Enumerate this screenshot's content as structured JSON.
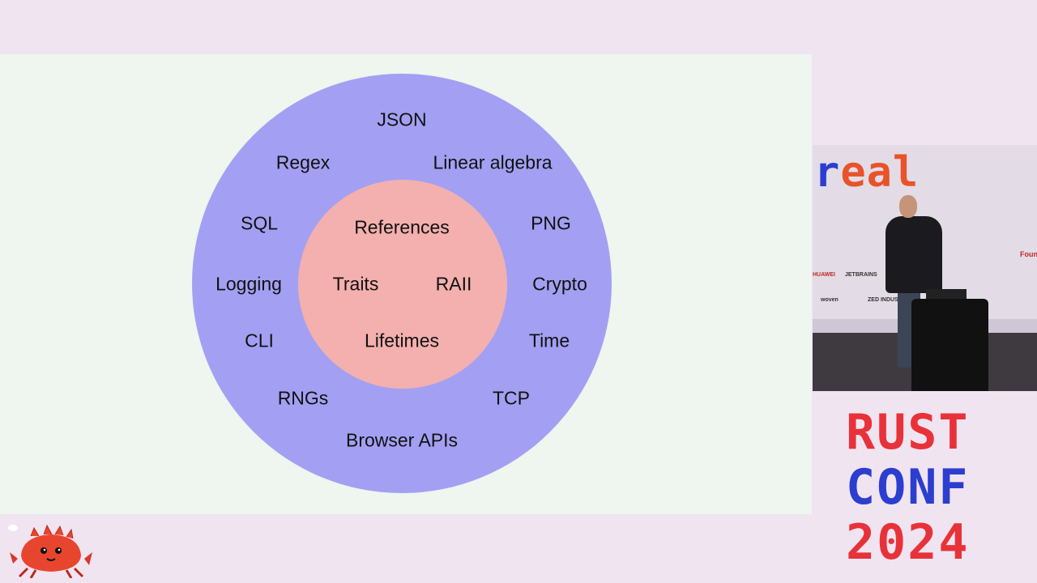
{
  "diagram": {
    "outer_labels": [
      "JSON",
      "Regex",
      "Linear algebra",
      "SQL",
      "PNG",
      "Logging",
      "Crypto",
      "CLI",
      "Time",
      "RNGs",
      "TCP",
      "Browser APIs"
    ],
    "inner_labels": [
      "References",
      "Traits",
      "RAII",
      "Lifetimes"
    ],
    "colors": {
      "outer": "#a3a0f3",
      "inner": "#f4b0ae",
      "slide_bg": "#eff5ef",
      "page_bg": "#f1e4f1"
    }
  },
  "video": {
    "banner_text_a": "r",
    "banner_text_b": "eal",
    "sponsors": [
      "JETBRAINS",
      "woven",
      "ZED INDUSTRIES",
      "HUAWEI",
      "Foun"
    ]
  },
  "branding": {
    "logo_lines": [
      "RUST",
      "CONF",
      "2024"
    ],
    "colors": {
      "red": "#e8323a",
      "blue": "#2b3ecf"
    },
    "mascot": "ferris-crab-icon"
  }
}
